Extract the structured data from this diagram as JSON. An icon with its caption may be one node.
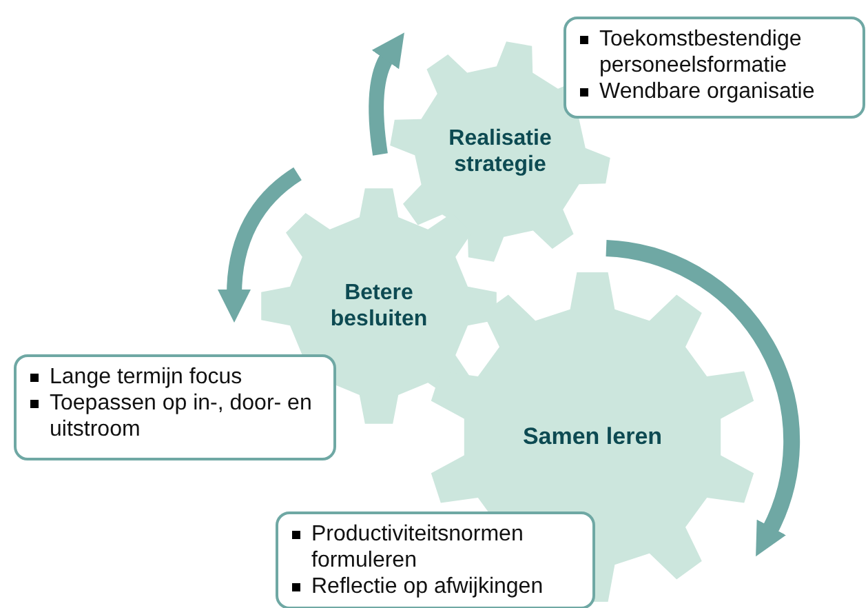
{
  "diagram": {
    "nodes": [
      {
        "text": [
          "Realisatie strategie"
        ]
      },
      {
        "text": [
          "Betere besluiten"
        ]
      },
      {
        "text": [
          "Samen leren"
        ]
      },
      {
        "text": [
          "Toekomstbestendige personeelsformatie",
          "Wendbare organisatie"
        ]
      },
      {
        "text": [
          "Lange termijn focus",
          "Toepassen op in-, door- en uitstroom"
        ]
      },
      {
        "text": [
          "Productiviteitsnormen formuleren",
          "Reflectie op afwijkingen"
        ]
      }
    ]
  }
}
